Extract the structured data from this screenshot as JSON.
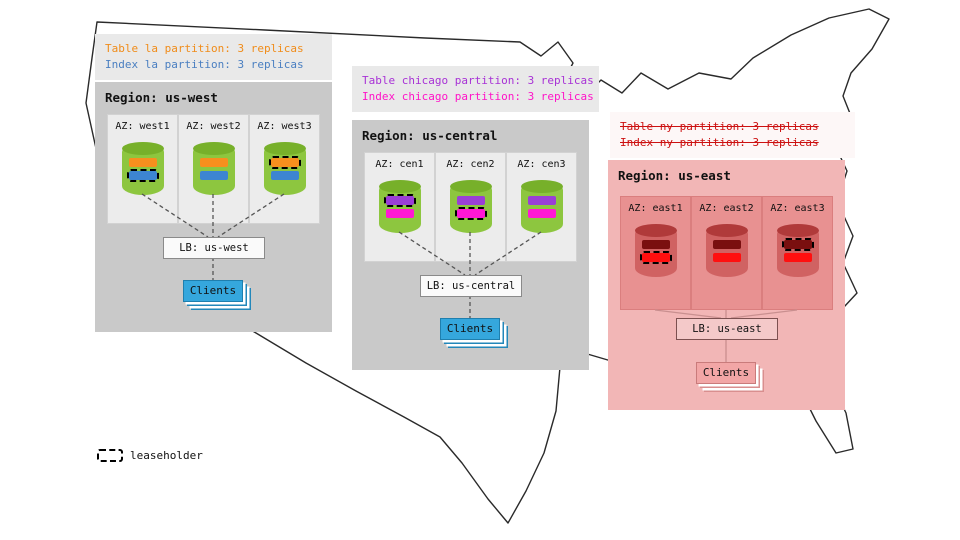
{
  "legend": {
    "label": "leaseholder"
  },
  "colors": {
    "region_box_gray": "#c9c9c9",
    "az_panel_gray": "#ececec",
    "annotation_box_gray": "#e9e9e9",
    "cylinder_green": "#8dc63f",
    "cylinder_green_top": "#77b02a",
    "table_la_orange": "#f78f1e",
    "index_la_blue": "#3d85d1",
    "table_chicago_purple": "#9a3fd6",
    "index_chicago_magenta": "#ff17d4",
    "east_region_pink": "#f2b6b6",
    "east_az_panel": "#e89191",
    "east_cylinder_red": "#d06262",
    "table_ny_darkred": "#7a0f0f",
    "index_ny_red": "#ff0f0f",
    "failed_text_red": "#cc1111",
    "clients_blue": "#35a7dd",
    "clients_pink": "#f2a6a6",
    "map_outline": "#2a2a2a"
  },
  "regions": {
    "west": {
      "title": "Region: us-west",
      "annotation": {
        "table": "Table la partition: 3 replicas",
        "index": "Index la partition: 3 replicas"
      },
      "azs": [
        {
          "label": "AZ: west1",
          "table_leaseholder": false,
          "index_leaseholder": true
        },
        {
          "label": "AZ: west2",
          "table_leaseholder": false,
          "index_leaseholder": false
        },
        {
          "label": "AZ: west3",
          "table_leaseholder": true,
          "index_leaseholder": false
        }
      ],
      "lb_label": "LB: us-west",
      "clients_label": "Clients"
    },
    "central": {
      "title": "Region: us-central",
      "annotation": {
        "table": "Table chicago partition: 3 replicas",
        "index": "Index chicago partition: 3 replicas"
      },
      "azs": [
        {
          "label": "AZ: cen1",
          "table_leaseholder": true,
          "index_leaseholder": false
        },
        {
          "label": "AZ: cen2",
          "table_leaseholder": false,
          "index_leaseholder": true
        },
        {
          "label": "AZ: cen3",
          "table_leaseholder": false,
          "index_leaseholder": false
        }
      ],
      "lb_label": "LB: us-central",
      "clients_label": "Clients"
    },
    "east": {
      "title": "Region: us-east",
      "annotation": {
        "table": "Table ny partition: 3 replicas",
        "index": "Index ny partition: 3 replicas",
        "struck_through": true
      },
      "azs": [
        {
          "label": "AZ: east1",
          "table_leaseholder": false,
          "index_leaseholder": true
        },
        {
          "label": "AZ: east2",
          "table_leaseholder": false,
          "index_leaseholder": false
        },
        {
          "label": "AZ: east3",
          "table_leaseholder": true,
          "index_leaseholder": false
        }
      ],
      "lb_label": "LB: us-east",
      "clients_label": "Clients"
    }
  }
}
